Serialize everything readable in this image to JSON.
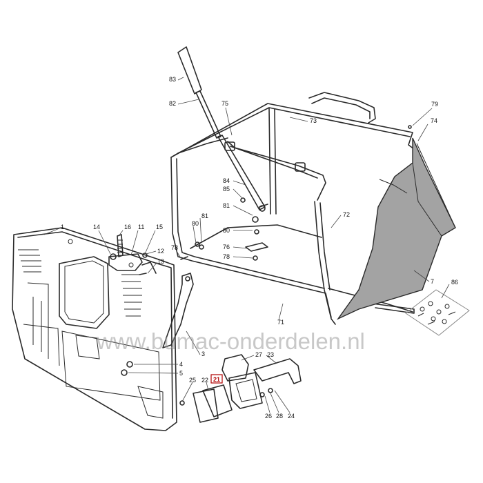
{
  "callouts": [
    {
      "id": "c83",
      "text": "83"
    },
    {
      "id": "c82",
      "text": "82"
    },
    {
      "id": "c75",
      "text": "75"
    },
    {
      "id": "c73",
      "text": "73"
    },
    {
      "id": "c79",
      "text": "79"
    },
    {
      "id": "c74",
      "text": "74"
    },
    {
      "id": "c84",
      "text": "84"
    },
    {
      "id": "c85",
      "text": "85"
    },
    {
      "id": "c81a",
      "text": "81"
    },
    {
      "id": "c81b",
      "text": "81"
    },
    {
      "id": "c80a",
      "text": "80"
    },
    {
      "id": "c80b",
      "text": "80"
    },
    {
      "id": "c72",
      "text": "72"
    },
    {
      "id": "c76",
      "text": "76"
    },
    {
      "id": "c78a",
      "text": "78"
    },
    {
      "id": "c78b",
      "text": "78"
    },
    {
      "id": "c1",
      "text": "1"
    },
    {
      "id": "c14",
      "text": "14"
    },
    {
      "id": "c16",
      "text": "16"
    },
    {
      "id": "c11",
      "text": "11"
    },
    {
      "id": "c15",
      "text": "15"
    },
    {
      "id": "c12",
      "text": "12"
    },
    {
      "id": "c13",
      "text": "13"
    },
    {
      "id": "c3",
      "text": "3"
    },
    {
      "id": "c7",
      "text": "7"
    },
    {
      "id": "c86",
      "text": "86"
    },
    {
      "id": "c71",
      "text": "71"
    },
    {
      "id": "c4",
      "text": "4"
    },
    {
      "id": "c5",
      "text": "5"
    },
    {
      "id": "c27",
      "text": "27"
    },
    {
      "id": "c23",
      "text": "23"
    },
    {
      "id": "c25",
      "text": "25"
    },
    {
      "id": "c22",
      "text": "22"
    },
    {
      "id": "c21",
      "text": "21"
    },
    {
      "id": "c26",
      "text": "26"
    },
    {
      "id": "c28",
      "text": "28"
    },
    {
      "id": "c24",
      "text": "24"
    }
  ],
  "watermark": "www.bumac-onderdelen.nl",
  "highlight_color": "#b00000"
}
